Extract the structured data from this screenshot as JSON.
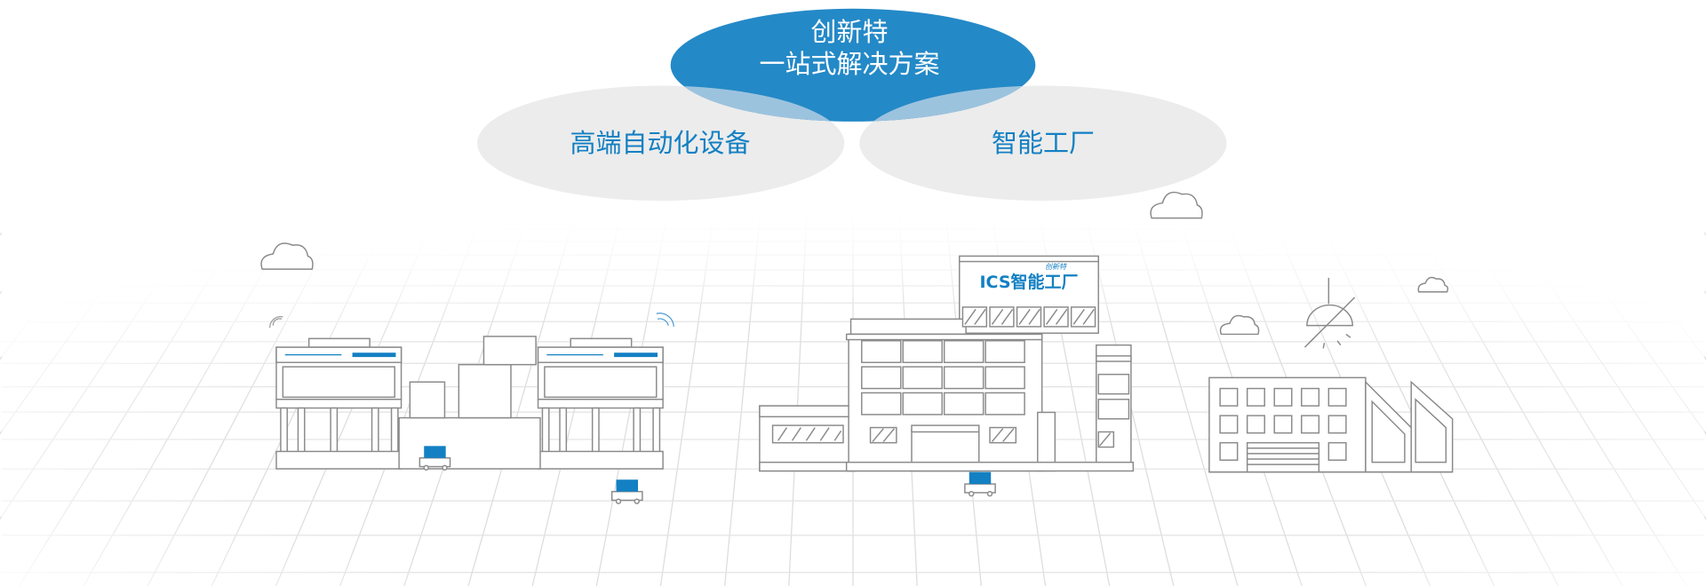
{
  "center_bubble": {
    "line1": "创新特",
    "line2": "一站式解决方案"
  },
  "left_bubble": {
    "label": "高端自动化设备"
  },
  "right_bubble": {
    "label": "智能工厂"
  },
  "building_sign": {
    "logo_text": "创新特",
    "title": "ICS智能工厂"
  },
  "colors": {
    "accent": "#1380c3",
    "bubble_gray": "#ececec",
    "line": "#8a8a8a",
    "grid": "#dcdcdc"
  }
}
